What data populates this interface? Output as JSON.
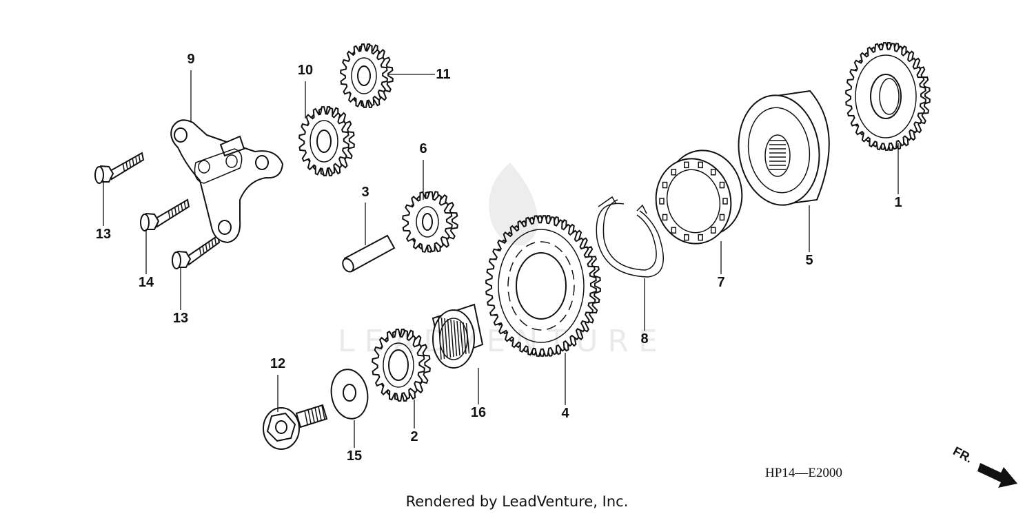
{
  "watermark": "LEADVENTURE",
  "diagram_code": "HP14—E2000",
  "credit": "Rendered by LeadVenture, Inc.",
  "direction_label": "FR.",
  "callouts": [
    {
      "id": "1",
      "part": "gear-1"
    },
    {
      "id": "2",
      "part": "gear-2"
    },
    {
      "id": "3",
      "part": "pin-3"
    },
    {
      "id": "4",
      "part": "gear-4"
    },
    {
      "id": "5",
      "part": "housing-5"
    },
    {
      "id": "6",
      "part": "gear-6"
    },
    {
      "id": "7",
      "part": "one-way-clutch-7"
    },
    {
      "id": "8",
      "part": "snap-ring-8"
    },
    {
      "id": "9",
      "part": "bracket-9"
    },
    {
      "id": "10",
      "part": "gear-10"
    },
    {
      "id": "11",
      "part": "gear-11"
    },
    {
      "id": "12",
      "part": "flange-bolt-12"
    },
    {
      "id": "13",
      "part": "bolt-13"
    },
    {
      "id": "14",
      "part": "bolt-14"
    },
    {
      "id": "13",
      "part": "bolt-13b"
    },
    {
      "id": "15",
      "part": "washer-15"
    },
    {
      "id": "16",
      "part": "needle-bearing-16"
    }
  ]
}
